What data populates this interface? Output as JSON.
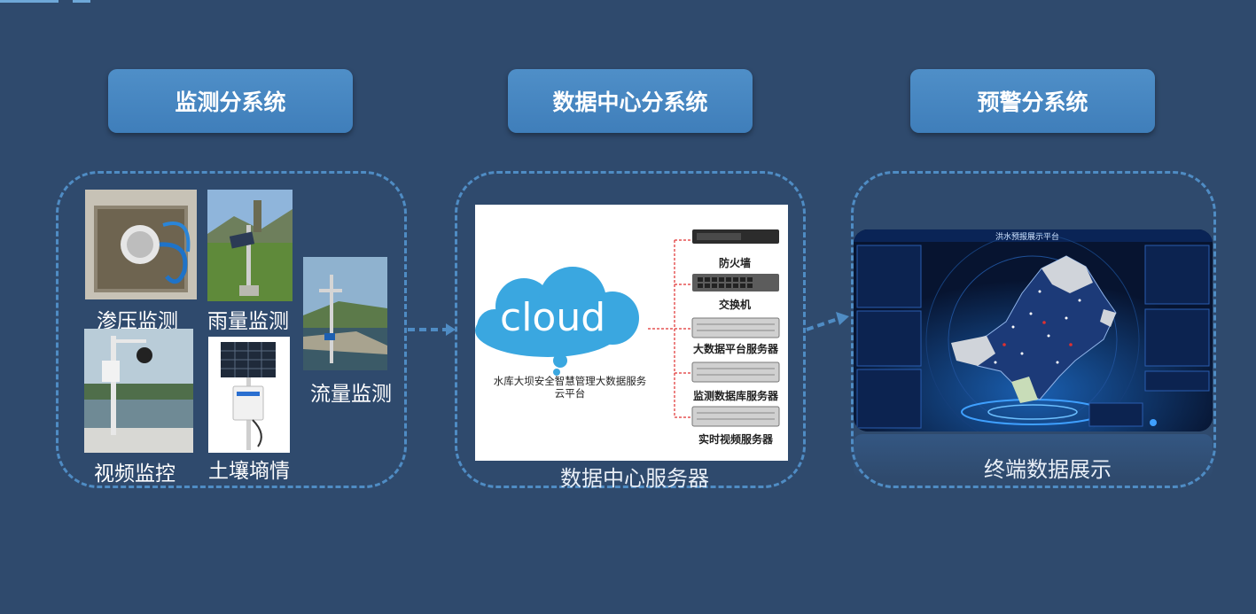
{
  "headers": {
    "monitor": "监测分系统",
    "datacenter": "数据中心分系统",
    "warning": "预警分系统"
  },
  "monitor": {
    "seepage": "渗压监测",
    "rainfall": "雨量监测",
    "flow": "流量监测",
    "video": "视频监控",
    "soil": "土壤墒情"
  },
  "datacenter": {
    "cloud_word": "cloud",
    "cloud_caption_line1": "水库大坝安全智慧管理大数据服务",
    "cloud_caption_line2": "云平台",
    "servers": [
      {
        "label": "防火墙",
        "icon": "firewall-icon"
      },
      {
        "label": "交换机",
        "icon": "switch-icon"
      },
      {
        "label": "大数据平台服务器",
        "icon": "server-icon"
      },
      {
        "label": "监测数据库服务器",
        "icon": "server-icon"
      },
      {
        "label": "实时视频服务器",
        "icon": "server-icon"
      }
    ],
    "caption": "数据中心服务器"
  },
  "warning": {
    "dashboard_title": "洪水预报展示平台",
    "caption": "终端数据展示"
  },
  "colors": {
    "background": "#2f4a6d",
    "header": "#4686c2",
    "dashed": "#4f8cc4",
    "cloud": "#3aa7e0"
  }
}
